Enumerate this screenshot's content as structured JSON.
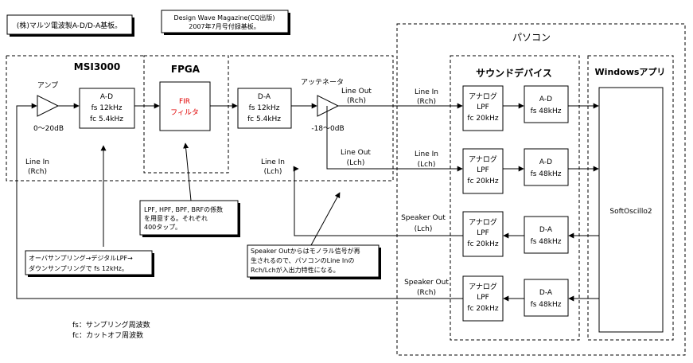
{
  "notes": {
    "maruzu_board": "(株)マルツ電波製A-D/D-A基板。",
    "dwm_line1": "Design Wave Magazine(CQ出版)",
    "dwm_line2": "2007年7月号付録基板。",
    "filter_line1": "LPF, HPF, BPF, BRFの係数",
    "filter_line2": "を用意する。それぞれ",
    "filter_line3": "400タップ。",
    "oversample_line1": "オーバサンプリング→デジタルLPF→",
    "oversample_line2": "ダウンサンプリングで fs 12kHz。",
    "speaker_line1": "Speaker Outからはモノラル信号が再",
    "speaker_line2": "生されるので、パソコンのLine Inの",
    "speaker_line3": "Rch/Lchが入出力特性になる。"
  },
  "groups": {
    "msi3000": "MSI3000",
    "fpga": "FPGA",
    "pc": "パソコン",
    "sound_device": "サウンドデバイス",
    "windows_app": "Windowsアプリ"
  },
  "amp": {
    "label": "アンプ",
    "range": "0～20dB"
  },
  "attenuator": {
    "label": "アッテネータ",
    "range": "-18～0dB"
  },
  "blocks": {
    "ad": {
      "title": "A-D",
      "fs": "fs 12kHz",
      "fc": "fc 5.4kHz"
    },
    "fir": {
      "line1": "FIR",
      "line2": "フィルタ"
    },
    "da": {
      "title": "D-A",
      "fs": "fs 12kHz",
      "fc": "fc 5.4kHz"
    },
    "analog_lpf": {
      "line1": "アナログ",
      "line2": "LPF",
      "fc": "fc 20kHz"
    },
    "pc_ad": {
      "title": "A-D",
      "fs": "fs 48kHz"
    },
    "pc_da": {
      "title": "D-A",
      "fs": "fs 48kHz"
    },
    "soft_oscillo": "SoftOscillo2"
  },
  "signals": {
    "line_out_rch_1": "Line Out",
    "line_out_rch_2": "(Rch)",
    "line_out_lch_1": "Line Out",
    "line_out_lch_2": "(Lch)",
    "line_in_rch_left_1": "Line In",
    "line_in_rch_left_2": "(Rch)",
    "line_in_lch_mid_1": "Line In",
    "line_in_lch_mid_2": "(Lch)",
    "pc_line_in_rch_1": "Line In",
    "pc_line_in_rch_2": "(Rch)",
    "pc_line_in_lch_1": "Line In",
    "pc_line_in_lch_2": "(Lch)",
    "spk_out_lch_1": "Speaker Out",
    "spk_out_lch_2": "(Lch)",
    "spk_out_rch_1": "Speaker Out",
    "spk_out_rch_2": "(Rch)"
  },
  "legend": {
    "fs": "fs：サンプリング周波数",
    "fc": "fc：カットオフ周波数"
  }
}
